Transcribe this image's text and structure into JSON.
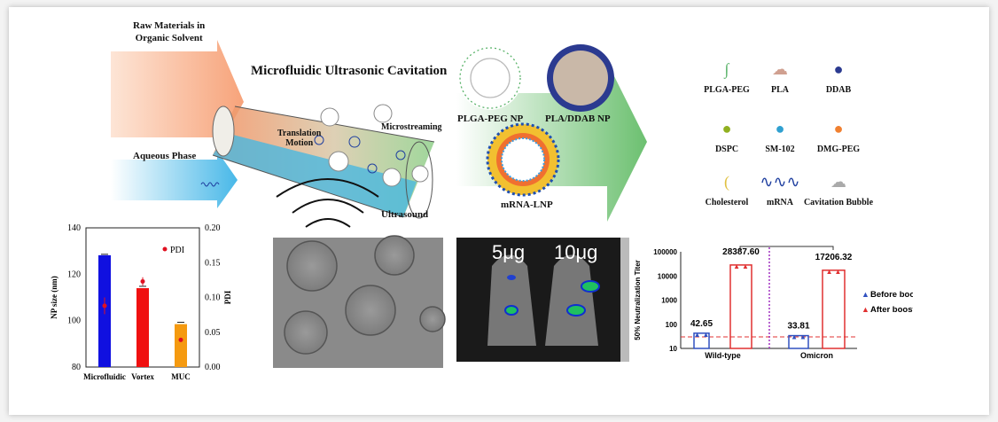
{
  "labels": {
    "raw_materials": "Raw Materials in\nOrganic Solvent",
    "aqueous_phase": "Aqueous Phase",
    "title": "Microfluidic Ultrasonic Cavitation",
    "translation_motion": "Translation\nMotion",
    "microstreaming": "Microstreaming",
    "ultrasound": "Ultrasound",
    "plga_peg_np": "PLGA-PEG NP",
    "pla_ddab_np": "PLA/DDAB NP",
    "mrna_lnp": "mRNA-LNP",
    "dose_5": "5μg",
    "dose_10": "10μg"
  },
  "legend": [
    {
      "label": "PLGA-PEG",
      "icon": "plga-peg-icon"
    },
    {
      "label": "PLA",
      "icon": "pla-icon"
    },
    {
      "label": "DDAB",
      "icon": "ddab-icon"
    },
    {
      "label": "DSPC",
      "icon": "dspc-icon"
    },
    {
      "label": "SM-102",
      "icon": "sm102-icon"
    },
    {
      "label": "DMG-PEG",
      "icon": "dmg-peg-icon"
    },
    {
      "label": "Cholesterol",
      "icon": "cholesterol-icon"
    },
    {
      "label": "mRNA",
      "icon": "mrna-icon"
    },
    {
      "label": "Cavitation Bubble",
      "icon": "cavitation-bubble-icon"
    }
  ],
  "chart_data": [
    {
      "type": "bar",
      "categories": [
        "Microfluidic",
        "Vortex",
        "MUC"
      ],
      "values": [
        128.2,
        114.0,
        98.5
      ],
      "errors": [
        0.4,
        0.8,
        0.8
      ],
      "colors": [
        "#1010e0",
        "#f01010",
        "#f59a10"
      ],
      "ylabel": "NP size (nm)",
      "ylim": [
        80,
        140
      ],
      "yticks": [
        "80",
        "100",
        "120",
        "140"
      ],
      "y2label": "PDI",
      "y2lim": [
        0,
        0.2
      ],
      "y2ticks": [
        "0.00",
        "0.05",
        "0.10",
        "0.15",
        "0.20"
      ],
      "secondary_series": {
        "name": "PDI",
        "values": [
          0.088,
          0.123,
          0.039
        ],
        "errors": [
          0.012,
          0.006,
          0.003
        ],
        "color": "#e01020"
      },
      "legend": "top-right"
    },
    {
      "type": "bar",
      "scale": "log",
      "categories": [
        "Wild-type",
        "Omicron"
      ],
      "series": [
        {
          "name": "Before booster",
          "values": [
            42.65,
            33.81
          ],
          "color": "#3050c0"
        },
        {
          "name": "After booster",
          "values": [
            28387.6,
            17206.32
          ],
          "color": "#e03030"
        }
      ],
      "value_labels": [
        "42.65",
        "28387.60",
        "33.81",
        "17206.32"
      ],
      "ylabel": "50% Neutralization Titer",
      "ylim": [
        10,
        100000
      ],
      "yticks": [
        "10",
        "100",
        "1000",
        "10000",
        "100000"
      ],
      "threshold": 30,
      "legend": "right"
    }
  ]
}
